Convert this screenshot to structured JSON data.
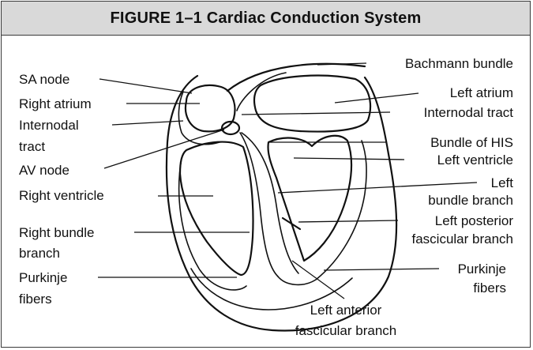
{
  "figure": {
    "title": "FIGURE 1–1  Cardiac Conduction System"
  },
  "labels": {
    "sa_node": "SA node",
    "right_atrium": "Right atrium",
    "internodal_tract_left_1": "Internodal",
    "internodal_tract_left_2": "tract",
    "av_node": "AV node",
    "right_ventricle": "Right ventricle",
    "right_bundle_branch_1": "Right bundle",
    "right_bundle_branch_2": "branch",
    "purkinje_left_1": "Purkinje",
    "purkinje_left_2": "fibers",
    "bachmann_bundle": "Bachmann bundle",
    "left_atrium": "Left atrium",
    "internodal_tract_right": "Internodal tract",
    "bundle_of_his": "Bundle of HIS",
    "left_ventricle": "Left ventricle",
    "left_bundle_branch_1": "Left",
    "left_bundle_branch_2": "bundle branch",
    "left_posterior_1": "Left posterior",
    "left_posterior_2": "fascicular branch",
    "purkinje_right_1": "Purkinje",
    "purkinje_right_2": "fibers",
    "left_anterior_1": "Left anterior",
    "left_anterior_2": "fascicular branch"
  },
  "colors": {
    "title_background": "#d9d9d9",
    "line": "#111111",
    "border": "#3a3a3a"
  }
}
